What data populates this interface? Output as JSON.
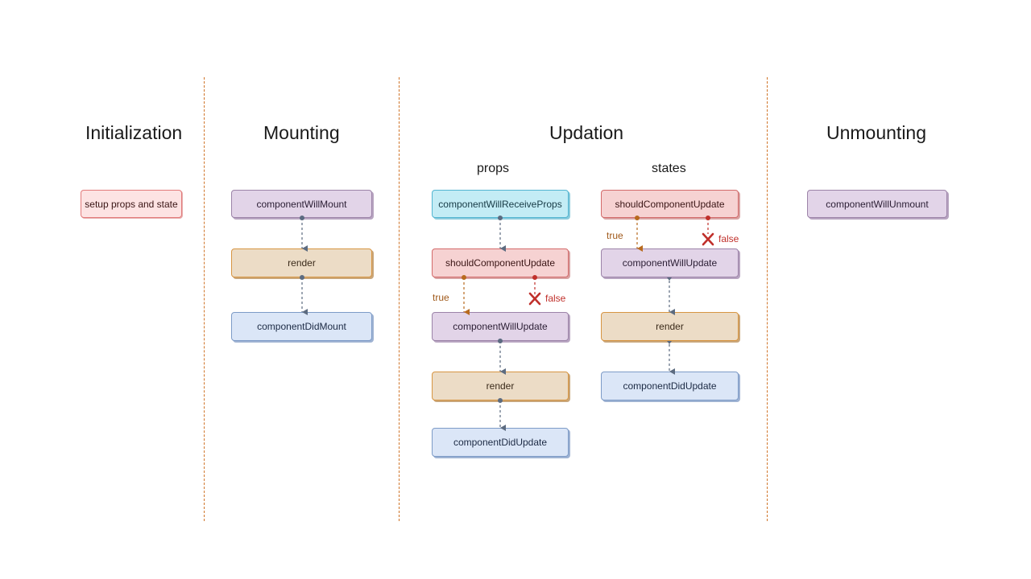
{
  "headings": {
    "initialization": "Initialization",
    "mounting": "Mounting",
    "updation": "Updation",
    "unmounting": "Unmounting"
  },
  "subheadings": {
    "props": "props",
    "states": "states"
  },
  "initialization": {
    "setup": "setup props and state"
  },
  "mounting": {
    "will_mount": "componentWillMount",
    "render": "render",
    "did_mount": "componentDidMount"
  },
  "updation_props": {
    "will_receive_props": "componentWillReceiveProps",
    "should_update": "shouldComponentUpdate",
    "will_update": "componentWillUpdate",
    "render": "render",
    "did_update": "componentDidUpdate",
    "true_label": "true",
    "false_label": "false"
  },
  "updation_states": {
    "should_update": "shouldComponentUpdate",
    "will_update": "componentWillUpdate",
    "render": "render",
    "did_update": "componentDidUpdate",
    "true_label": "true",
    "false_label": "false"
  },
  "unmounting": {
    "will_unmount": "componentWillUnmount"
  },
  "colors": {
    "divider": "#d0752a",
    "arrow": "#5c6b80",
    "true_arrow": "#b86a1e",
    "false_mark": "#c0302b"
  }
}
